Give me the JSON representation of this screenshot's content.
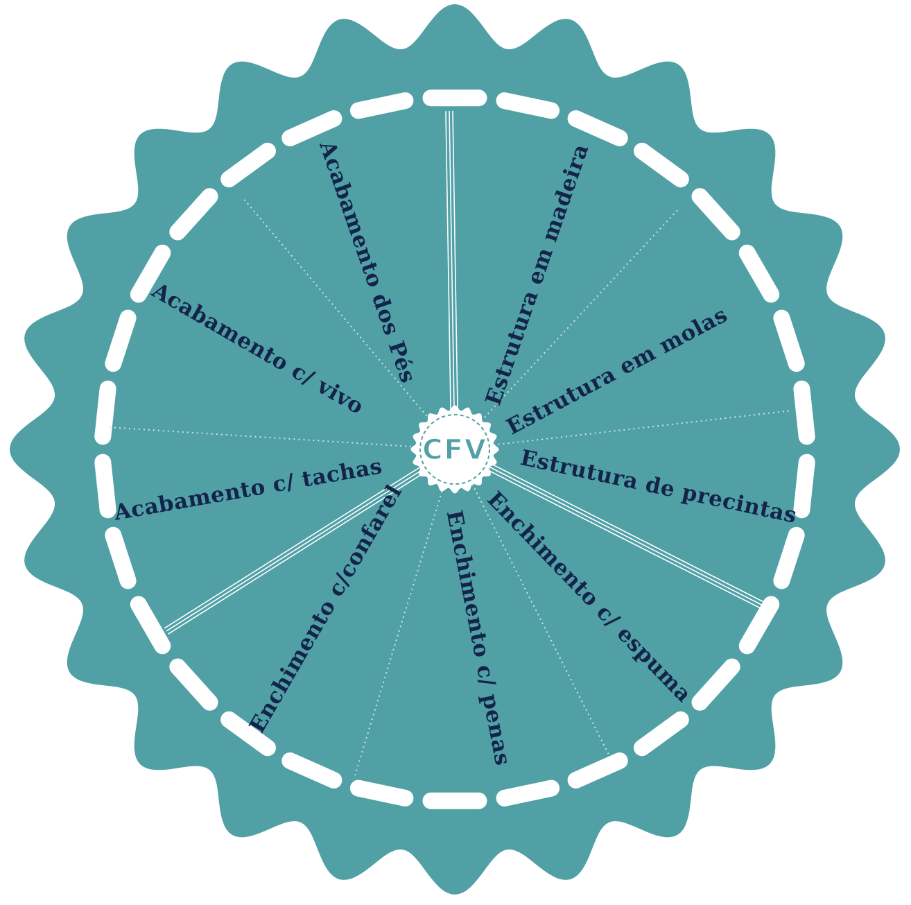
{
  "colors": {
    "background": "#ffffff",
    "badge_fill": "#50a0a6",
    "stitch": "#ffffff",
    "label_text": "#14234a",
    "spoke_line": "#ffffff",
    "logo_fill": "#ffffff",
    "logo_text": "#50a0a6"
  },
  "logo": {
    "text": "CFV",
    "icon": "scalloped-seal-icon"
  },
  "labels": [
    {
      "id": "acabamento-pes",
      "text": "Acabamento dos Pés"
    },
    {
      "id": "estrutura-madeira",
      "text": "Estrutura em madeira"
    },
    {
      "id": "estrutura-molas",
      "text": "Estrutura em molas"
    },
    {
      "id": "estrutura-precintas",
      "text": "Estrutura de precintas"
    },
    {
      "id": "enchimento-espuma",
      "text": "Enchimento c/ espuma"
    },
    {
      "id": "enchimento-penas",
      "text": "Enchimento c/ penas"
    },
    {
      "id": "enchimento-confarel",
      "text": "Enchimento c/confarel"
    },
    {
      "id": "acabamento-tachas",
      "text": "Acabamento c/ tachas"
    },
    {
      "id": "acabamento-vivo",
      "text": "Acabamento c/ vivo"
    }
  ]
}
